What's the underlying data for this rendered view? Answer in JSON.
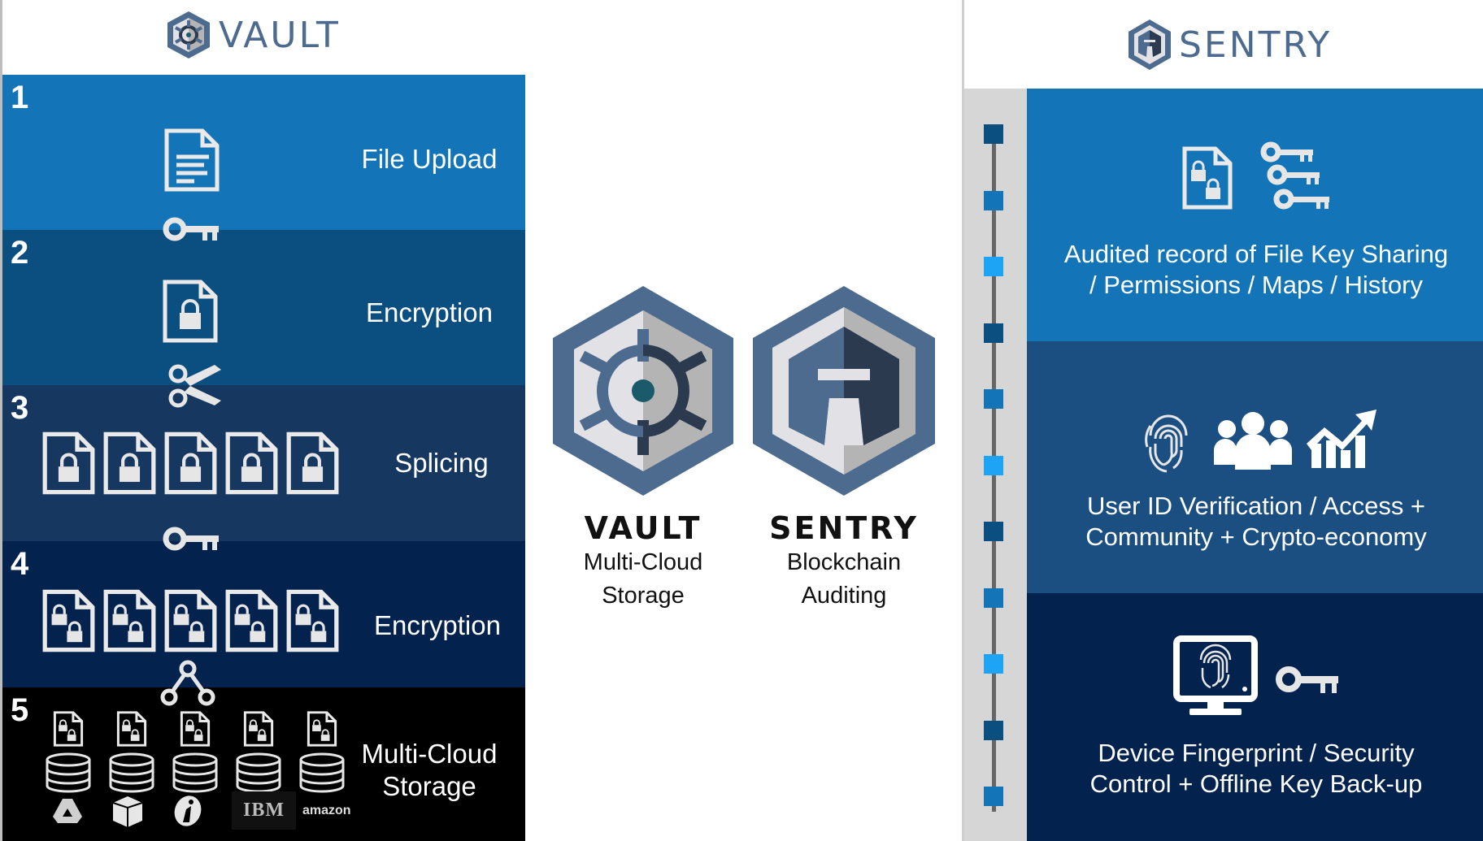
{
  "vault_panel": {
    "logo_text": "VAULT",
    "steps": [
      {
        "number": "1",
        "label": "File Upload",
        "icon": "document-icon",
        "color": "#1474b8"
      },
      {
        "number": "2",
        "label": "Encryption",
        "icon": "locked-document-icon",
        "color": "#0b4e80"
      },
      {
        "number": "3",
        "label": "Splicing",
        "icon": "locked-document-icon",
        "color": "#163760"
      },
      {
        "number": "4",
        "label": "Encryption",
        "icon": "double-locked-document-icon",
        "color": "#03224e"
      },
      {
        "number": "5",
        "label_line1": "Multi-Cloud",
        "label_line2": "Storage",
        "icon": "database-icon",
        "color": "#000000"
      }
    ],
    "connectors": [
      "key-icon",
      "scissors-icon",
      "key-icon",
      "share-icon"
    ],
    "providers": [
      "Google Drive",
      "Box",
      "Rackspace",
      "IBM",
      "amazon"
    ]
  },
  "center": {
    "vault": {
      "title": "VAULT",
      "subtitle_line1": "Multi-Cloud",
      "subtitle_line2": "Storage"
    },
    "sentry": {
      "title": "SENTRY",
      "subtitle_line1": "Blockchain",
      "subtitle_line2": "Auditing"
    }
  },
  "sentry_panel": {
    "logo_text": "SENTRY",
    "features": [
      {
        "line1": "Audited record of File Key Sharing",
        "line2": "/ Permissions / Maps / History",
        "icons": [
          "double-locked-document-icon",
          "keys-icon"
        ],
        "color": "#1474b8"
      },
      {
        "line1": "User ID Verification / Access +",
        "line2": "Community + Crypto-economy",
        "icons": [
          "fingerprint-icon",
          "group-icon",
          "growth-chart-icon"
        ],
        "color": "#1b4f82"
      },
      {
        "line1": "Device Fingerprint / Security",
        "line2": "Control + Offline Key Back-up",
        "icons": [
          "monitor-fingerprint-icon",
          "key-icon"
        ],
        "color": "#03224e"
      }
    ],
    "rail_colors": [
      "#0b4e80",
      "#1474b8",
      "#1ea4f5"
    ]
  }
}
